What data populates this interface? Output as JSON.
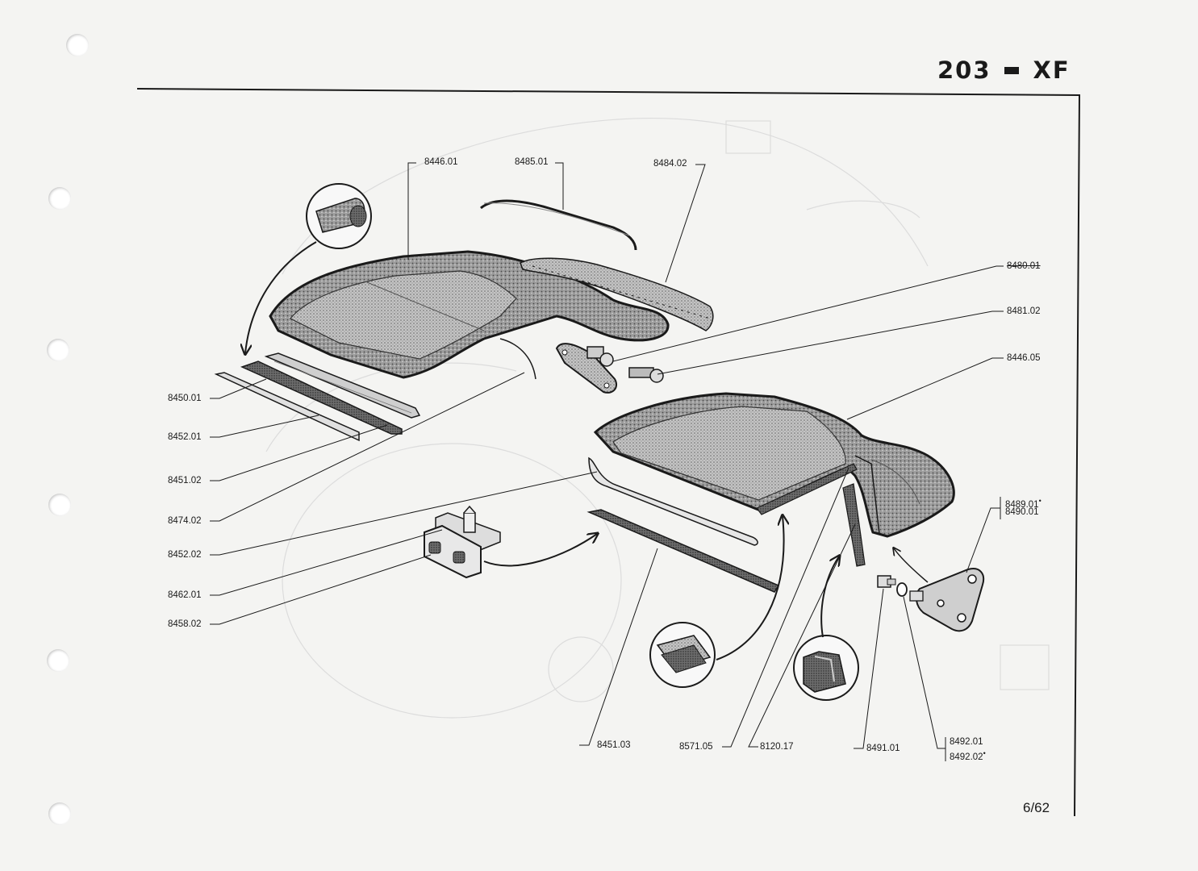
{
  "header": {
    "model": "203",
    "variant": "XF"
  },
  "page_number": "6/62",
  "labels": {
    "p8446_01": "8446.01",
    "p8485_01": "8485.01",
    "p8484_02": "8484.02",
    "p8480_01": "8480.01",
    "p8481_02": "8481.02",
    "p8446_05": "8446.05",
    "p8450_01": "8450.01",
    "p8452_01": "8452.01",
    "p8451_02": "8451.02",
    "p8474_02": "8474.02",
    "p8452_02": "8452.02",
    "p8462_01": "8462.01",
    "p8458_02": "8458.02",
    "p8489_01": "8489.01",
    "p8490_01": "8490.01",
    "p8451_03": "8451.03",
    "p8571_05": "8571.05",
    "p8120_17": "8120.17",
    "p8491_01": "8491.01",
    "p8492_01": "8492.01",
    "p8492_02": "8492.02"
  },
  "marker": "•"
}
